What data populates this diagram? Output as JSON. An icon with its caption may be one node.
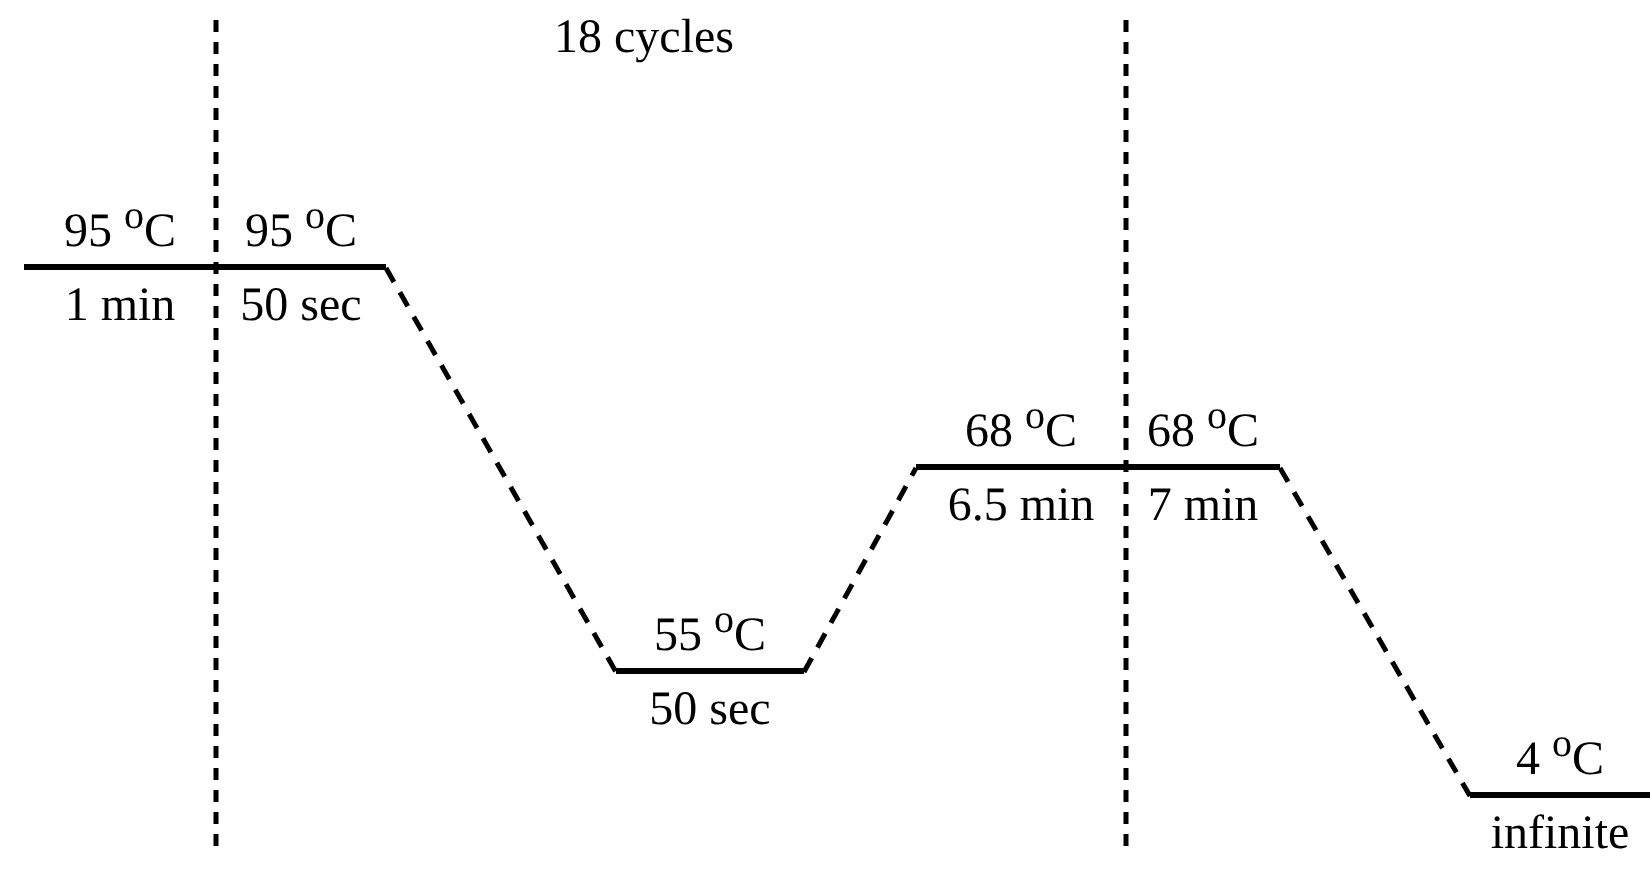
{
  "diagram": {
    "nodes": [
      {
        "text": [
          "95 $^{o}$C",
          "1 min"
        ]
      },
      {
        "text": [
          "95 $^{o}$C",
          "50 sec"
        ]
      },
      {
        "text": [
          "55 $^{o}$C",
          "50 sec"
        ]
      },
      {
        "text": [
          "68 $^{o}$C",
          "6.5 min"
        ]
      },
      {
        "text": [
          "68 $^{o}$C",
          "7 min"
        ]
      },
      {
        "text": [
          "4 $^{o}$C",
          "infinite"
        ]
      }
    ],
    "edges": [
      {
        "from": 1,
        "to": 2,
        "arrow": "none",
        "style": "dashed"
      },
      {
        "from": 2,
        "to": 3,
        "arrow": "none",
        "style": "dashed"
      },
      {
        "from": 4,
        "to": 5,
        "arrow": "none",
        "style": "dashed"
      }
    ],
    "labels": [
      "18 cycles"
    ]
  }
}
